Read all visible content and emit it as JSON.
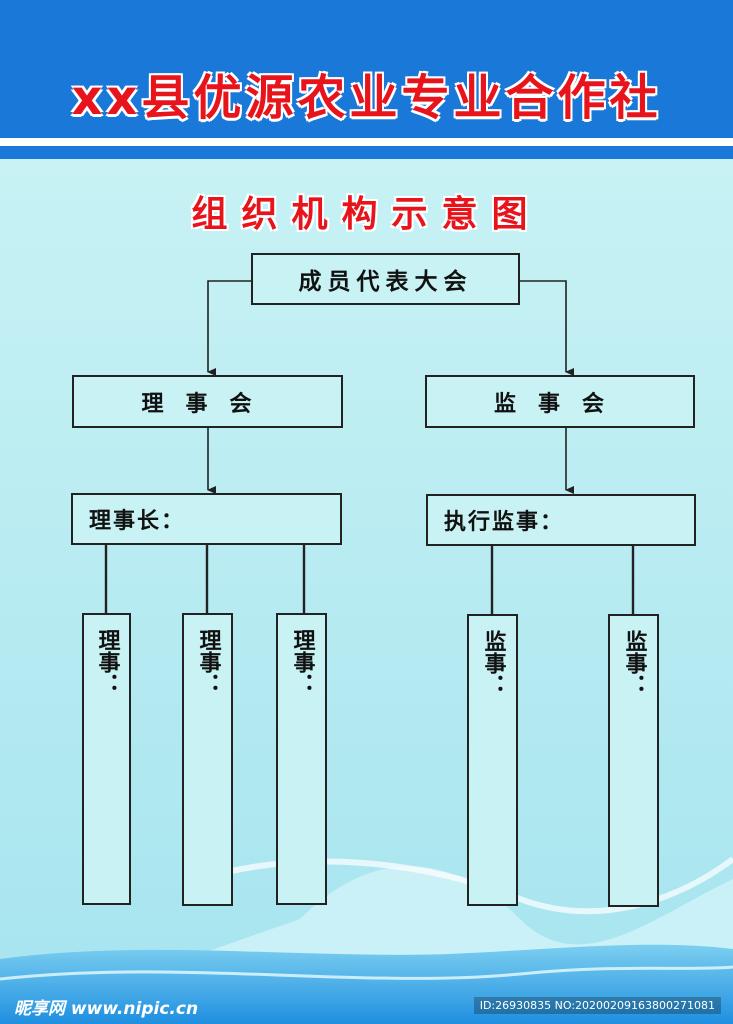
{
  "header": {
    "title": "xx县优源农业专业合作社"
  },
  "subtitle": "组织机构示意图",
  "nodes": {
    "assembly": "成员代表大会",
    "board": "理事会",
    "supervisory": "监事会",
    "chairman": "理事长：",
    "exec_supervisor": "执行监事："
  },
  "leaves": {
    "directors": [
      "理事：",
      "理事：",
      "理事："
    ],
    "supervisors": [
      "监事：",
      "监事："
    ]
  },
  "watermark": {
    "left": "昵享网 www.nipic.cn",
    "right": "ID:26930835 NO:20200209163800271081"
  },
  "colors": {
    "header_blue": "#1a78d8",
    "title_red": "#e8141c",
    "background": "#c8f2f4"
  }
}
